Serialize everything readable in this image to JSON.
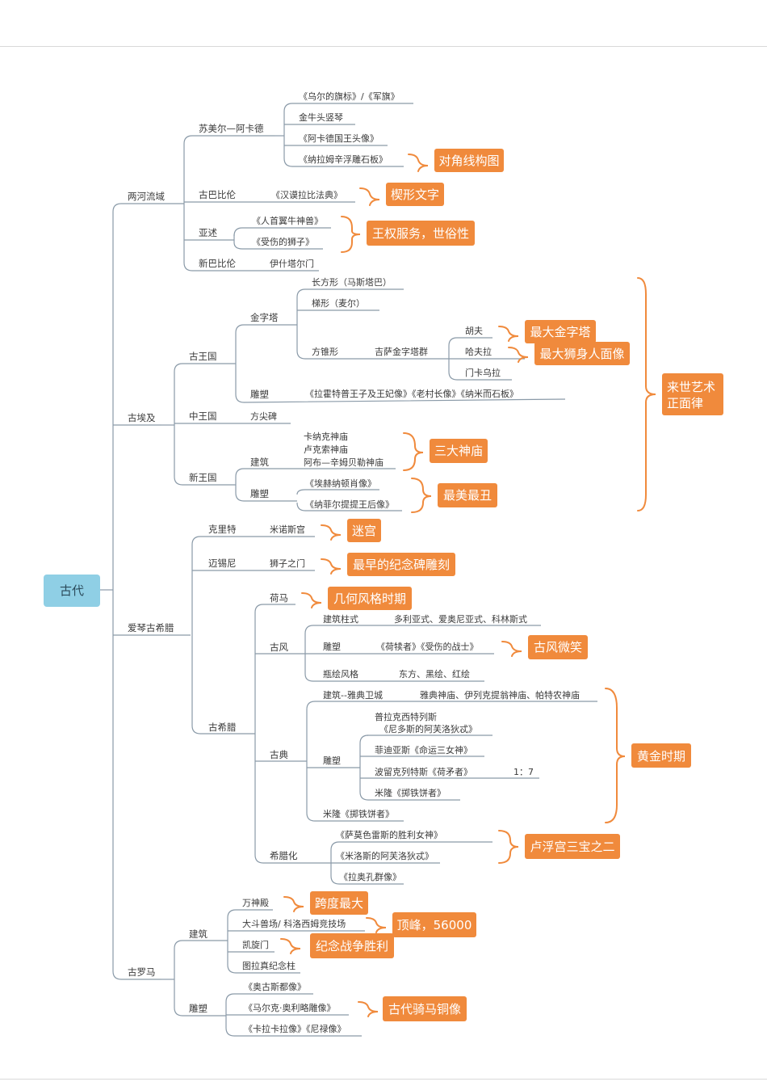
{
  "colors": {
    "line": "#8a9aa8",
    "accent": "#f08a3c",
    "root_bg": "#8fcfe5"
  },
  "root": "古代",
  "sections": {
    "liangHe": {
      "label": "两河流域",
      "sumer": {
        "label": "苏美尔—阿卡德",
        "items": [
          "《乌尔的旗标》/《军旗》",
          "金牛头竖琴",
          "《阿卡德国王头像》",
          "《纳拉姆辛浮雕石板》"
        ]
      },
      "oldBabylon": {
        "label": "古巴比伦",
        "item": "《汉谟拉比法典》"
      },
      "assyria": {
        "label": "亚述",
        "items": [
          "《人首翼牛神兽》",
          "《受伤的狮子》"
        ]
      },
      "newBabylon": {
        "label": "新巴比伦",
        "item": "伊什塔尔门"
      }
    },
    "egypt": {
      "label": "古埃及",
      "oldKingdom": {
        "label": "古王国",
        "pyramid": {
          "label": "金字塔",
          "rect": "长方形（马斯塔巴）",
          "step": "梯形（麦尔）",
          "cone": "方锥形",
          "giza": "吉萨金字塔群",
          "pharaohs": [
            "胡夫",
            "哈夫拉",
            "门卡乌拉"
          ]
        },
        "sculpture": {
          "label": "雕塑",
          "item": "《拉霍特普王子及王妃像》《老村长像》《纳米而石板》"
        }
      },
      "middleKingdom": {
        "label": "中王国",
        "item": "方尖碑"
      },
      "newKingdom": {
        "label": "新王国",
        "architecture": {
          "label": "建筑",
          "items": [
            "卡纳克神庙",
            "卢克索神庙",
            "阿布—辛姆贝勒神庙"
          ]
        },
        "sculpture": {
          "label": "雕塑",
          "items": [
            "《埃赫纳顿肖像》",
            "《纳菲尔提提王后像》"
          ]
        }
      }
    },
    "aegean": {
      "label": "爱琴古希腊",
      "crete": {
        "label": "克里特",
        "item": "米诺斯宫"
      },
      "mycenae": {
        "label": "迈锡尼",
        "item": "狮子之门"
      },
      "greece": {
        "label": "古希腊",
        "homer": {
          "label": "荷马"
        },
        "archaic": {
          "label": "古风",
          "column_label": "建筑柱式",
          "column_value": "多利亚式、爱奥尼亚式、科林斯式",
          "sculpture_label": "雕塑",
          "sculpture_value": "《荷犊者》《受伤的战士》",
          "vase_label": "瓶绘风格",
          "vase_value": "东方、黑绘、红绘"
        },
        "classical": {
          "label": "古典",
          "arch_label": "建筑--雅典卫城",
          "arch_value": "雅典神庙、伊列克提翁神庙、帕特农神庙",
          "sculpture_label": "雕塑",
          "prax1": "普拉克西特列斯",
          "prax2": "《尼多斯的阿芙洛狄忒》",
          "phidias": "菲迪亚斯《命运三女神》",
          "polyclitus": "波留克列特斯《荷矛者》",
          "ratio": "1：7",
          "myron1": "米隆《掷铁饼者》",
          "myron2": "米隆《掷铁饼者》"
        },
        "hellenistic": {
          "label": "希腊化",
          "items": [
            "《萨莫色雷斯的胜利女神》",
            "《米洛斯的阿芙洛狄忒》",
            "《拉奥孔群像》"
          ]
        }
      }
    },
    "rome": {
      "label": "古罗马",
      "architecture": {
        "label": "建筑",
        "items": [
          "万神殿",
          "大斗兽场/ 科洛西姆竞技场",
          "凯旋门",
          "图拉真纪念柱"
        ]
      },
      "sculpture": {
        "label": "雕塑",
        "items": [
          "《奥古斯都像》",
          "《马尔克·奥利略雕像》",
          "《卡拉卡拉像》《尼禄像》"
        ]
      }
    }
  },
  "callouts": {
    "diagonal": "对角线构图",
    "cuneiform": "楔形文字",
    "royal": "王权服务，世俗性",
    "largestPyramid": "最大金字塔",
    "largestSphinx": "最大狮身人面像",
    "afterlife1": "来世艺术",
    "afterlife2": "正面律",
    "threeTemples": "三大神庙",
    "beautyUgly": "最美最丑",
    "labyrinth": "迷宫",
    "earliestMonument": "最早的纪念碑雕刻",
    "geometric": "几何风格时期",
    "archaicSmile": "古风微笑",
    "golden": "黄金时期",
    "louvre": "卢浮宫三宝之二",
    "widestSpan": "跨度最大",
    "peak": "顶峰，56000",
    "victory": "纪念战争胜利",
    "equestrian": "古代骑马铜像"
  }
}
